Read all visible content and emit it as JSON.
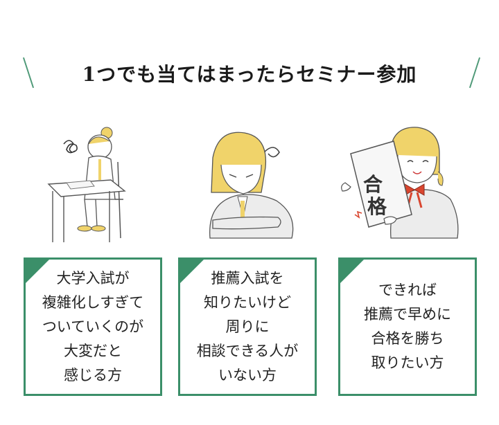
{
  "heading": {
    "text": "1つでも当てはまったらセミナー参加"
  },
  "cards": [
    {
      "lines": [
        "大学入試が",
        "複雑化しすぎて",
        "ついていくのが",
        "大変だと",
        "感じる方"
      ]
    },
    {
      "lines": [
        "推薦入試を",
        "知りたいけど",
        "周りに",
        "相談できる人が",
        "いない方"
      ]
    },
    {
      "lines": [
        "できれば",
        "推薦で早めに",
        "合格を勝ち",
        "取りたい方"
      ]
    }
  ],
  "certificate": {
    "chars": [
      "合",
      "格"
    ]
  },
  "colors": {
    "accent": "#3b8f69",
    "hair": "#f0d36a",
    "ribbon": "#d9462f"
  }
}
